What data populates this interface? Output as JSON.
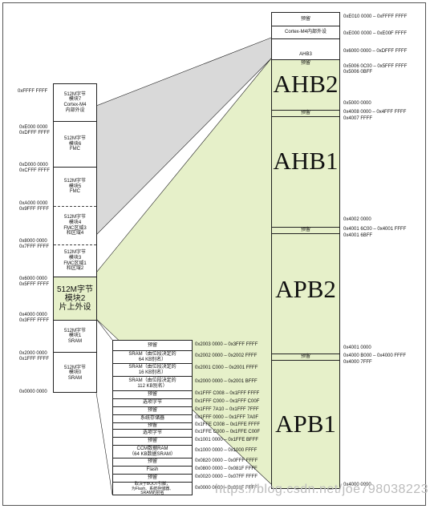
{
  "left_map": {
    "top_addr": "0xFFFF FFFF",
    "blocks": [
      {
        "label": "512M字节\n模块7\nCortex-M4\n内部外设"
      },
      {
        "label": "512M字节\n模块6\nFMC"
      },
      {
        "label": "512M字节\n模块5\nFMC"
      },
      {
        "label": "512M字节\n模块4\nFMC区域3\n和区域4"
      },
      {
        "label": "512M字节\n模块3\nFMC区域1\n和区域2"
      },
      {
        "label": "512M字节\n模块2\n片上外设"
      },
      {
        "label": "512M字节\n模块1\nSRAM"
      },
      {
        "label": "512M字节\n模块0\nSRAM"
      }
    ],
    "addr_pairs": [
      {
        "hi": "0xE000 0000",
        "lo": "0xDFFF FFFF"
      },
      {
        "hi": "0xD000 0000",
        "lo": "0xCFFF FFFF"
      },
      {
        "hi": "0xA000 0000",
        "lo": "0x9FFF FFFF"
      },
      {
        "hi": "0x8000 0000",
        "lo": "0x7FFF FFFF"
      },
      {
        "hi": "0x6000 0000",
        "lo": "0x5FFF FFFF"
      },
      {
        "hi": "0x4000 0000",
        "lo": "0x3FFF FFFF"
      },
      {
        "hi": "0x2000 0000",
        "lo": "0x1FFF FFFF"
      }
    ],
    "bottom_addr": "0x0000 0000"
  },
  "right_map": {
    "top_cells": [
      {
        "label": "预留",
        "addr": "0xE010 0000 – 0xFFFF FFFF"
      },
      {
        "label": "Cortex-M4内部外设",
        "addr": "0xE000 0000 – 0xE00F FFFF"
      },
      {
        "label": "AHB3",
        "addr": "0x6000 0000 – 0xDFFF FFFF"
      }
    ],
    "sections": {
      "r1": "预留",
      "r1_addr1": "0x5006 0C00 – 0x5FFF FFFF",
      "r1_addr2": "0x5006 0BFF",
      "ahb2": "AHB2",
      "a2_addr": "0x5000 0000",
      "r2": "预留",
      "r2_addr1": "0x4008 0000 – 0x4FFF FFFF",
      "r2_addr2": "0x4007 FFFF",
      "ahb1": "AHB1",
      "a1_addr": "0x4002 0000",
      "r3": "预留",
      "r3_addr1": "0x4001 6C00 – 0x4001 FFFF",
      "r3_addr2": "0x4001 6BFF",
      "apb2": "APB2",
      "p2_addr": "0x4001 0000",
      "r4": "预留",
      "r4_addr1": "0x4000 B000 – 0x4000 FFFF",
      "r4_addr2": "0x4000 7FFF",
      "apb1": "APB1",
      "p1_addr": "0x4000 0000"
    }
  },
  "low_map": {
    "cells": [
      {
        "label": "预留",
        "addr": "0x2003 0000 – 0x3FFF FFFF"
      },
      {
        "label": "SRAM（由位段决定的\n64 KB别名）",
        "addr": "0x2002 0000 – 0x2002 FFFF"
      },
      {
        "label": "SRAM（由位段决定的\n16 KB别名）",
        "addr": "0x2001 C000 – 0x2001 FFFF"
      },
      {
        "label": "SRAM（由位段决定的\n112 KB别名）",
        "addr": "0x2000 0000 – 0x2001 BFFF"
      },
      {
        "label": "预留",
        "addr": "0x1FFF C008 – 0x1FFF FFFF"
      },
      {
        "label": "选项字节",
        "addr": "0x1FFF C000 – 0x1FFF C00F"
      },
      {
        "label": "预留",
        "addr": "0x1FFF 7A10 – 0x1FFF 7FFF"
      },
      {
        "label": "系统存储器",
        "addr": "0x1FFF 0000 – 0x1FFF 7A0F"
      },
      {
        "label": "预留",
        "addr": "0x1FFE C008 – 0x1FFE FFFF"
      },
      {
        "label": "选项字节",
        "addr": "0x1FFE C000 – 0x1FFE C00F"
      },
      {
        "label": "预留",
        "addr": "0x1001 0000 – 0x1FFE BFFF"
      },
      {
        "label": "CCM数据RAM\n（64 KB数据SRAM）",
        "addr": "0x1000 0000 – 0x1000 FFFF"
      },
      {
        "label": "预留",
        "addr": "0x0820 0000 – 0x0FFF FFFF"
      },
      {
        "label": "Flash",
        "addr": "0x0800 0000 – 0x081F FFFF"
      },
      {
        "label": "预留",
        "addr": "0x0020 0000 – 0x07FF FFFF"
      },
      {
        "label": "取决于BOOT引脚，\n为Flash、系统存储器、\nSRAM的别名",
        "addr": "0x0000 0000 – 0x001F FFFF"
      }
    ]
  },
  "watermark": "https://blog.csdn.net/joe798038223",
  "colors": {
    "highlight": "#e6f0c9",
    "zoom": "#d9d9d9",
    "line": "#222222"
  }
}
